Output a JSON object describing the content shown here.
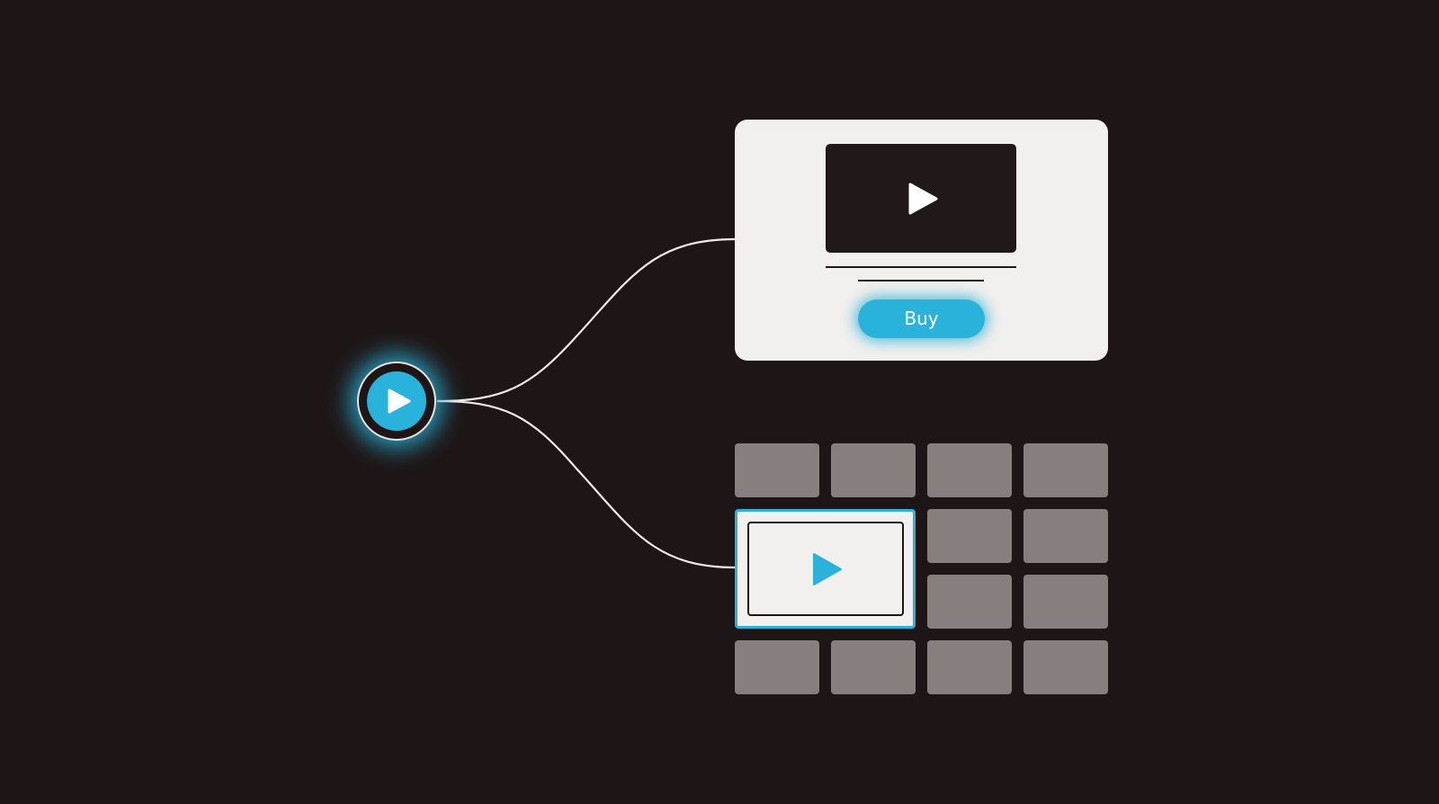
{
  "colors": {
    "background": "#1e1616",
    "accent": "#2ab3da",
    "glow": "rgba(42, 179, 218, 0.85)",
    "card_surface": "#f2f0ee",
    "video_surface": "#211919",
    "connector": "#f0ebe7",
    "thumbnail": "#877f7d",
    "play_glyph": "#ffffff"
  },
  "source_node": {
    "icon": "play-icon"
  },
  "product_card": {
    "video_icon": "play-icon",
    "buy_label": "Buy"
  },
  "thumbnail_grid": {
    "rows": 4,
    "columns": 4,
    "selected_icon": "play-icon"
  }
}
